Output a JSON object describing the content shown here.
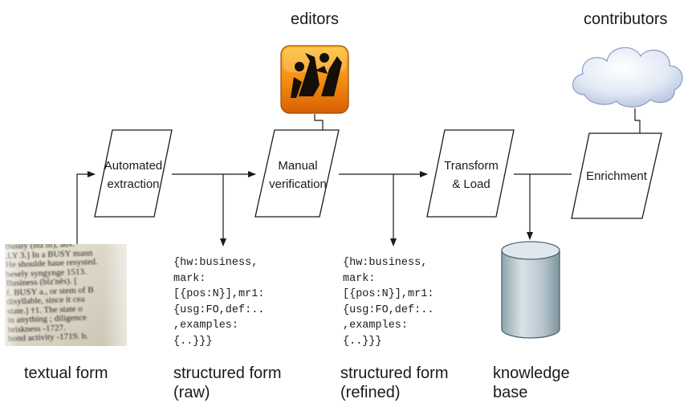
{
  "roles": {
    "editors": "editors",
    "contributors": "contributors"
  },
  "steps": [
    {
      "line1": "Automated",
      "line2": "extraction"
    },
    {
      "line1": "Manual",
      "line2": "verification"
    },
    {
      "line1": "Transform",
      "line2": "& Load"
    },
    {
      "line1": "Enrichment",
      "line2": ""
    }
  ],
  "code_raw": [
    "{hw:business,",
    "mark:",
    "[{pos:N}],mr1:",
    "{usg:FO,def:..",
    ",examples:",
    "{..}}}"
  ],
  "code_refined": [
    "{hw:business,",
    "mark:",
    "[{pos:N}],mr1:",
    "{usg:FO,def:..",
    ",examples:",
    "{..}}}"
  ],
  "captions": {
    "textual": "textual form",
    "raw_1": "structured form",
    "raw_2": "(raw)",
    "refined_1": "structured form",
    "refined_2": "(refined)",
    "kb_1": "knowledge",
    "kb_2": "base"
  },
  "book_scan_lines": [
    "Busily (bĭz'ĭlĭ), adv.",
    ",LY 3.] In a BUSY mann",
    "He shoulde haue resysted.",
    "besely syngynge 1513.",
    "Business (bĭz'nĕs). [",
    "f. BUSY a., or stem of B",
    "disyllable, since it cea",
    "state.] †1. The state o",
    "in anything ; diligence",
    "briskness -1727.",
    "bond activity -1719. b."
  ],
  "colors": {
    "line": "#1a1a1a",
    "editors_icon_orange": "#f28a12",
    "cloud": "#c8d4ea",
    "cylinder": "#b9c7cf"
  }
}
